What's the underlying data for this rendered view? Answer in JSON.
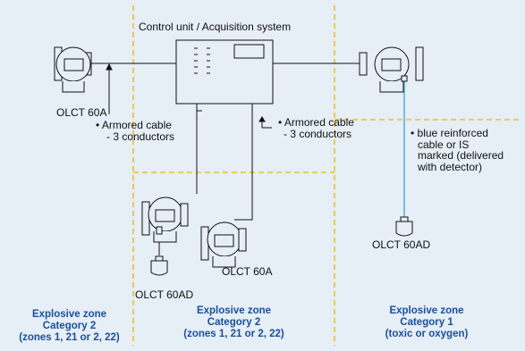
{
  "control_unit": {
    "label": "Control unit / Acquisition system"
  },
  "detectors": {
    "top_left": "OLCT 60A",
    "center_a": "OLCT 60A",
    "lower_left_ad": "OLCT 60AD",
    "right_ad": "OLCT 60AD"
  },
  "cables": {
    "left": [
      "• Armored cable",
      "- 3 conductors"
    ],
    "center": [
      "• Armored cable",
      "- 3 conductors"
    ],
    "right": [
      "• blue reinforced",
      "cable or IS",
      "marked (delivered",
      "with detector)"
    ]
  },
  "zones": [
    {
      "line1": "Explosive zone",
      "line2": "Category 2",
      "line3": "(zones 1, 21 or 2, 22)"
    },
    {
      "line1": "Explosive zone",
      "line2": "Category 2",
      "line3": "(zones 1, 21 or 2, 22)"
    },
    {
      "line1": "Explosive zone",
      "line2": "Category 1",
      "line3": "(toxic or oxygen)"
    }
  ],
  "colors": {
    "background": "#e6eef6",
    "zone_boundary": "#f0b400",
    "zone_text": "#1a4f9a",
    "blue_cable": "#3aa6d8"
  }
}
